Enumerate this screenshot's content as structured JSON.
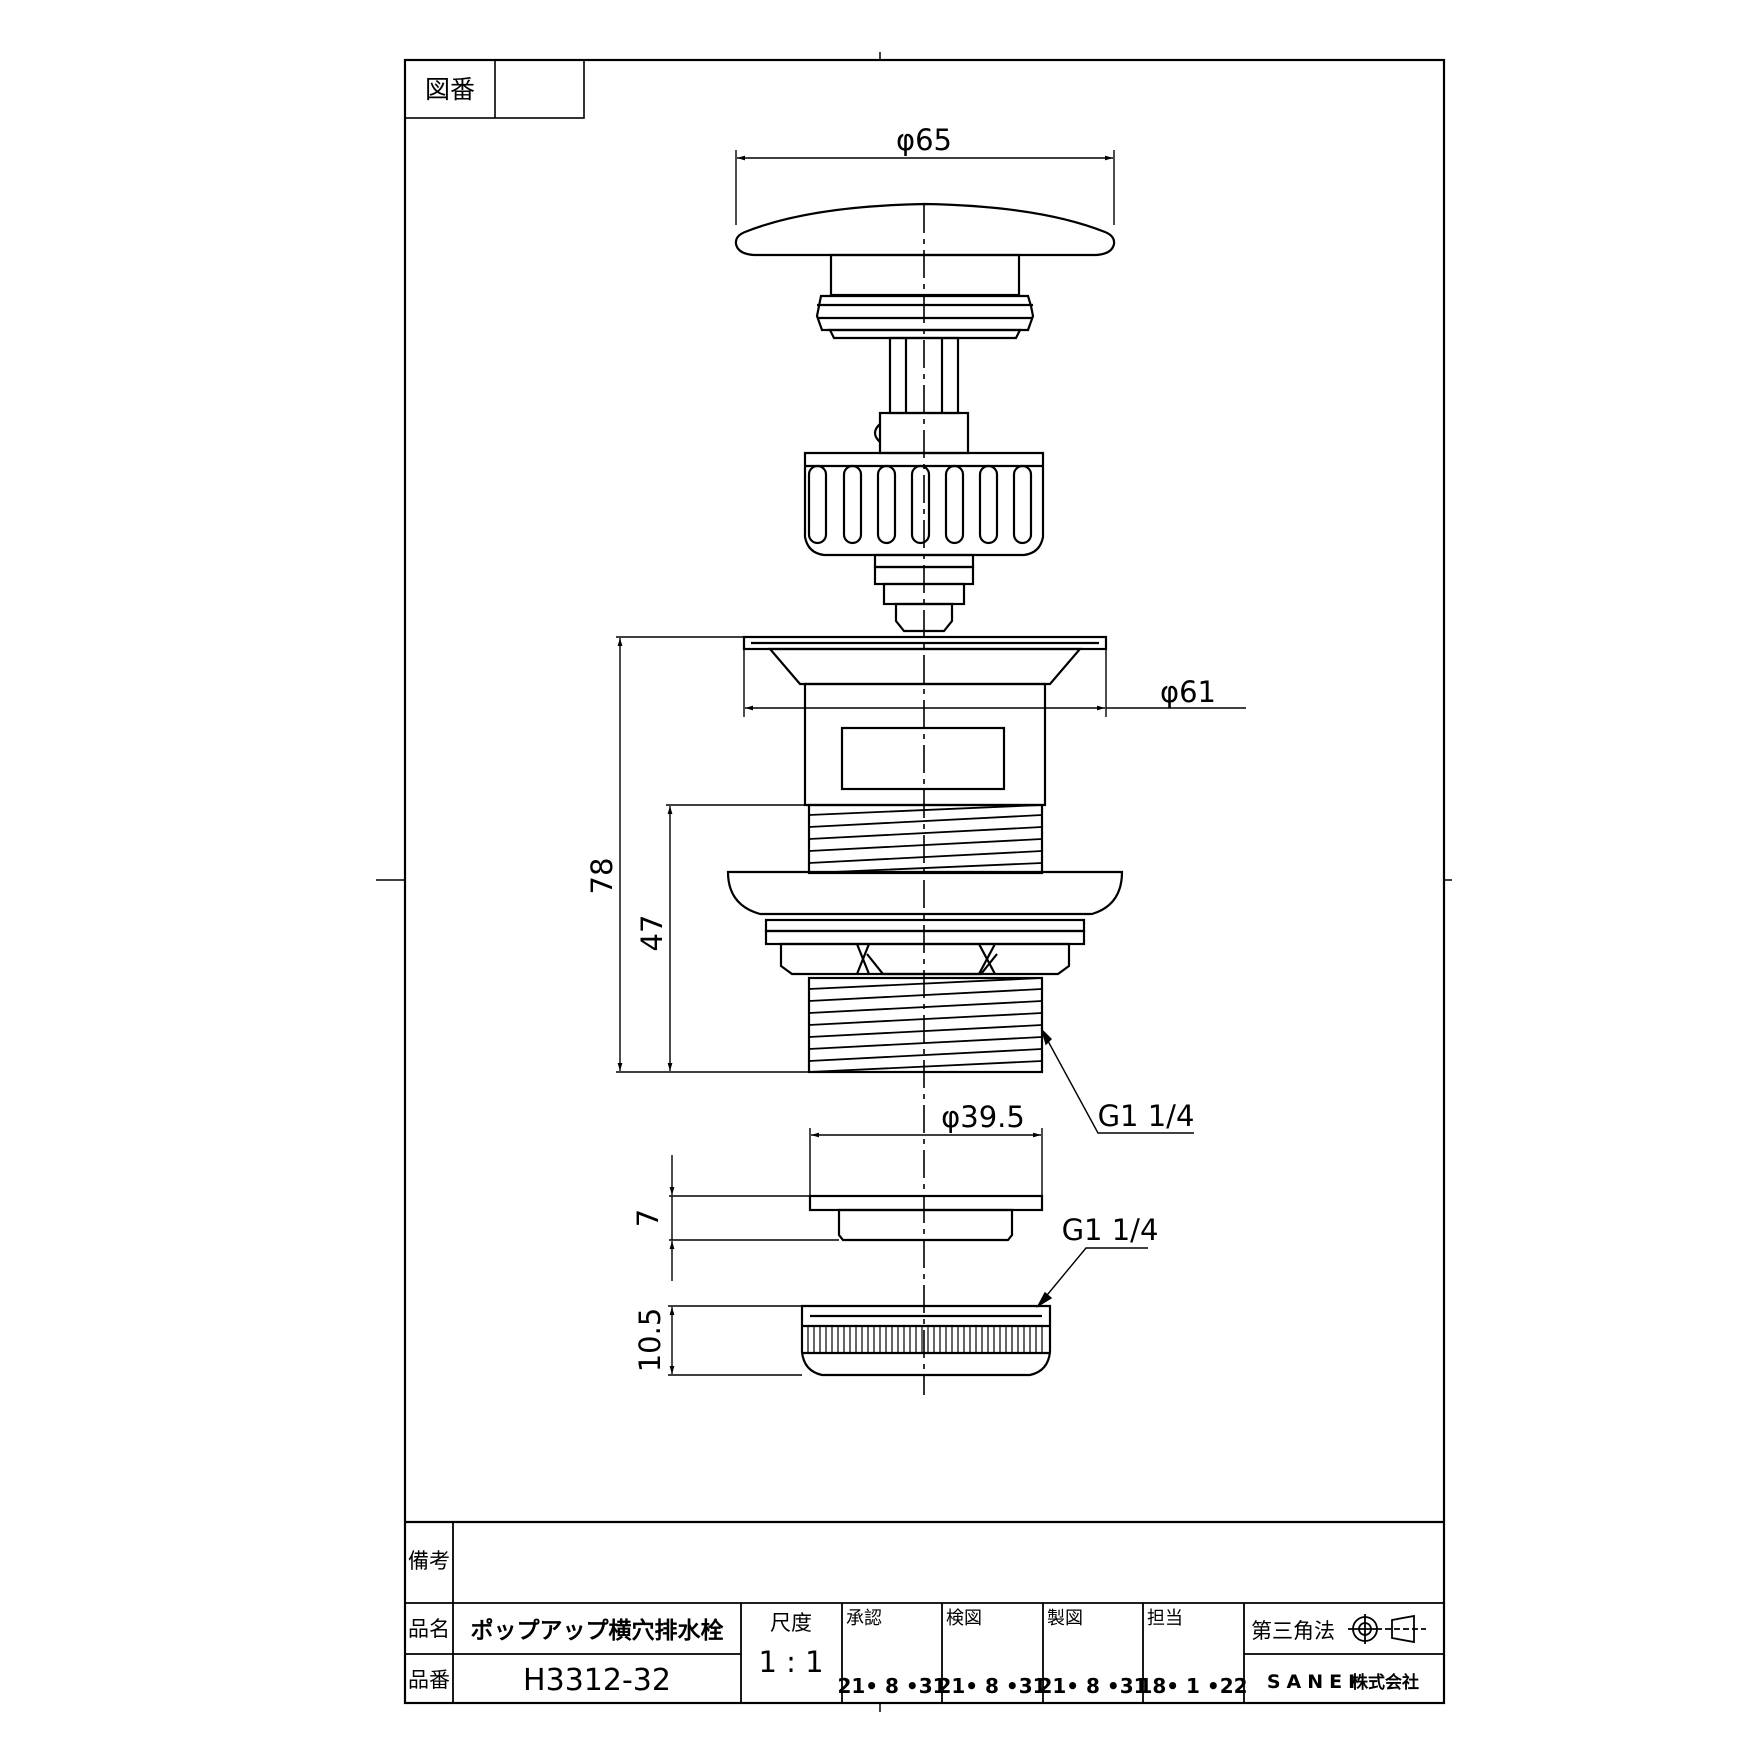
{
  "sheet": {
    "drawing_no_label": "図番",
    "drawing_no_value": ""
  },
  "dimensions": {
    "cap_dia": "φ65",
    "flange_dia": "φ61",
    "body_height": "78",
    "thread_height": "47",
    "thread_spec_body": "G1 1/4",
    "washer_dia": "φ39.5",
    "washer_thickness": "7",
    "thread_spec_nut": "G1 1/4",
    "nut_height": "10.5"
  },
  "title_block": {
    "remarks_label": "備考",
    "remarks_value": "",
    "name_label": "品名",
    "name_value": "ポップアップ横穴排水栓",
    "number_label": "品番",
    "number_value": "H3312-32",
    "scale_label": "尺度",
    "scale_value": "1 : 1",
    "approved_label": "承認",
    "approved_date": "21• 8 •31",
    "checked_label": "検図",
    "checked_date": "21• 8 •31",
    "drawn_label": "製図",
    "drawn_date": "21• 8 •31",
    "charge_label": "担当",
    "charge_date": "18• 1 •22",
    "projection_label": "第三角法",
    "company": "SANEI",
    "company_suffix": "株式会社"
  }
}
